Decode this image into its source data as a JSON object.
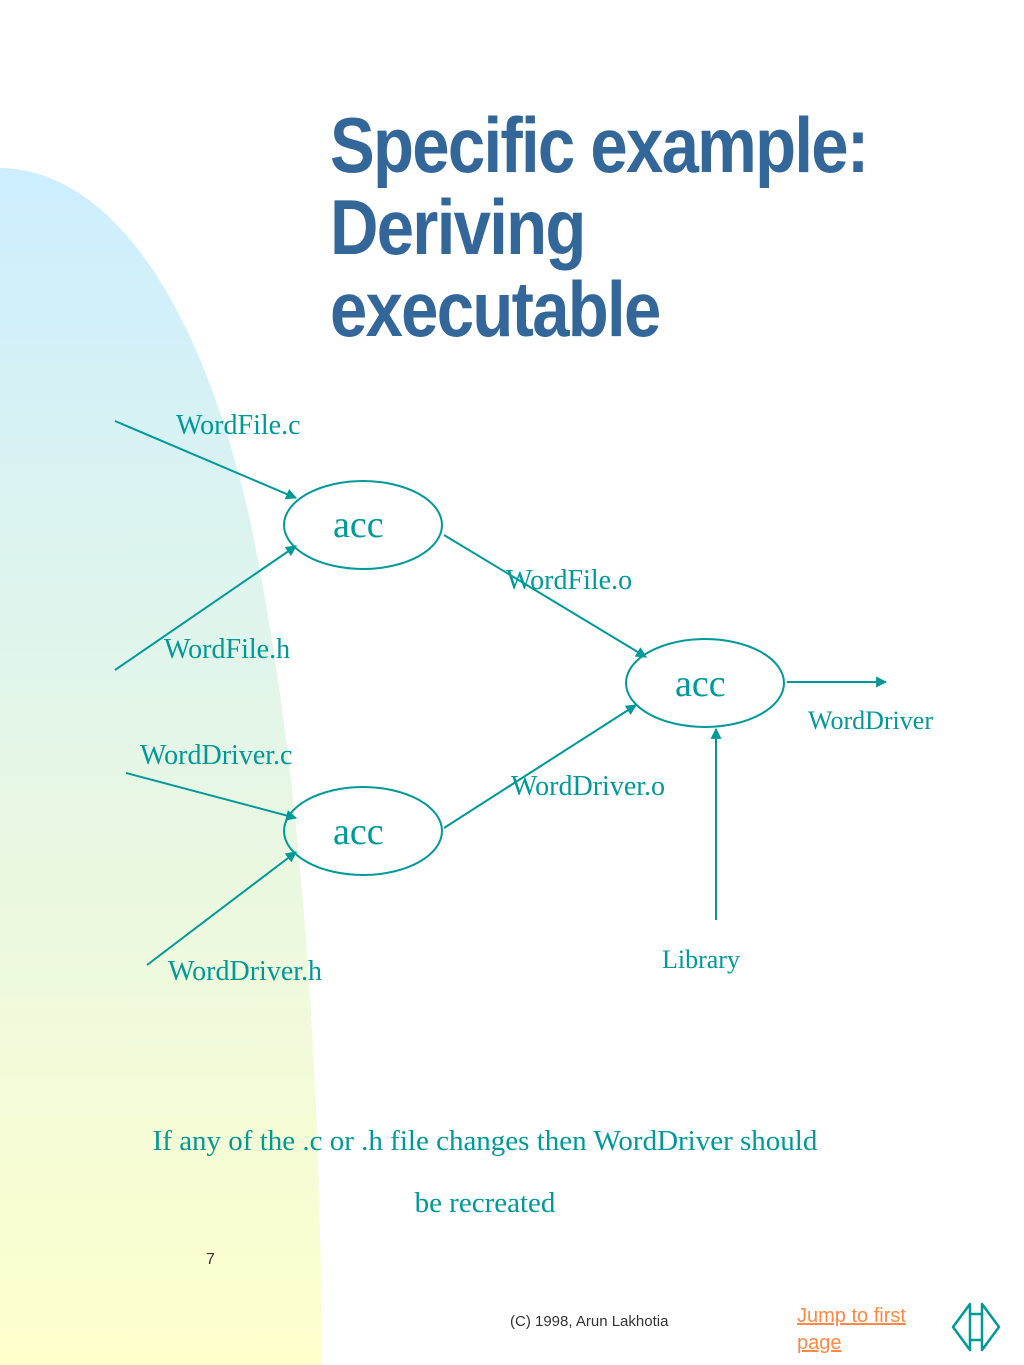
{
  "slide": {
    "title_lines": [
      "Specific example:",
      "Deriving",
      "executable"
    ],
    "page_number": "7",
    "copyright": "(C) 1998, Arun Lakhotia",
    "jump_link": "Jump to first page",
    "caption_line1": "If any of the .c or .h file changes then WordDriver should",
    "caption_line2": "be recreated"
  },
  "diagram": {
    "nodes": {
      "acc_top": "acc",
      "acc_right": "acc",
      "acc_bottom": "acc"
    },
    "labels": {
      "wordfile_c": "WordFile.c",
      "wordfile_h": "WordFile.h",
      "wordfile_o": "WordFile.o",
      "worddriver_c": "WordDriver.c",
      "worddriver_h": "WordDriver.h",
      "worddriver_o": "WordDriver.o",
      "worddriver": "WordDriver",
      "library": "Library"
    }
  },
  "colors": {
    "title": "#336699",
    "diagram": "#009999",
    "link": "#ff8844",
    "bg_gradient_top": "#cceeff",
    "bg_gradient_bottom": "#ffffcc"
  },
  "icons": {
    "nav": "bidirectional-arrow-icon"
  }
}
